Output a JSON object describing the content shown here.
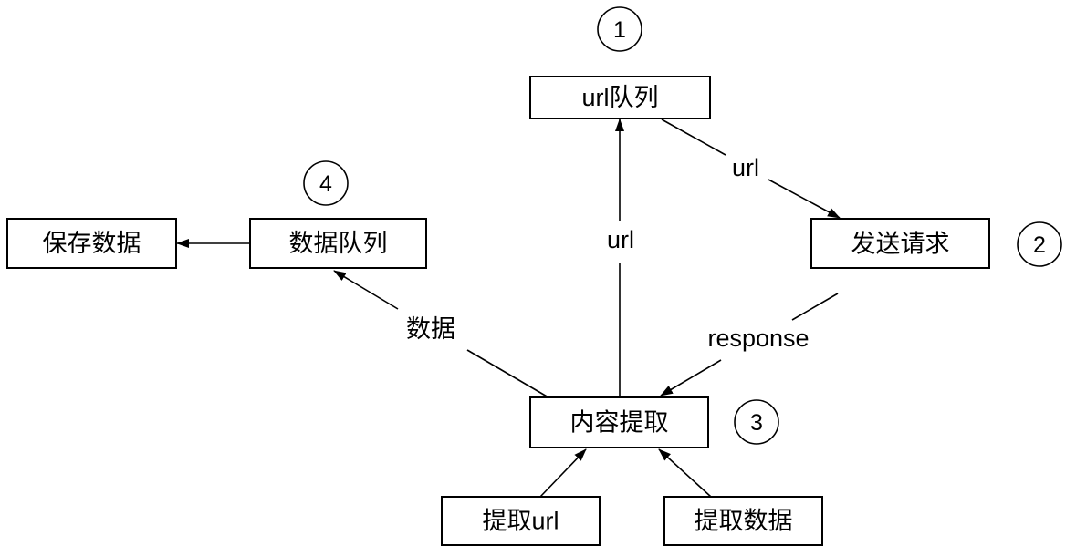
{
  "nodes": {
    "url_queue": "url队列",
    "send_request": "发送请求",
    "extract_content": "内容提取",
    "data_queue": "数据队列",
    "save_data": "保存数据",
    "extract_url": "提取url",
    "extract_data": "提取数据"
  },
  "steps": [
    "1",
    "2",
    "3",
    "4"
  ],
  "edges": {
    "queue_to_request": "url",
    "request_to_extract": "response",
    "extract_to_queue": "url",
    "extract_to_data_queue": "数据"
  },
  "colors": {
    "ink": "#000000",
    "background": "#ffffff"
  }
}
